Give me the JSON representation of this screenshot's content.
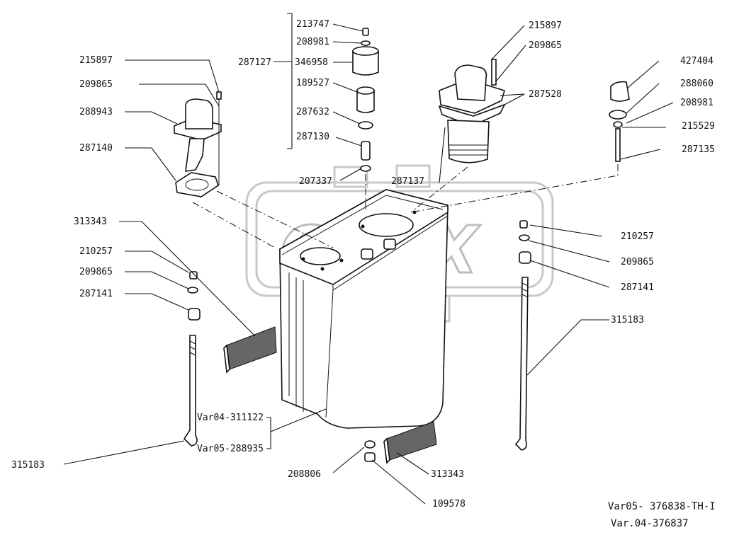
{
  "watermark": {
    "text": "OPEX"
  },
  "callouts": [
    "213747",
    "208981",
    "346958",
    "189527",
    "287632",
    "287130",
    "287127",
    "207337",
    "215897",
    "209865",
    "288943",
    "287140",
    "313343",
    "210257",
    "209865",
    "287141",
    "315183",
    "215897",
    "209865",
    "287528",
    "287137",
    "427404",
    "288060",
    "208981",
    "215529",
    "287135",
    "210257",
    "209865",
    "287141",
    "315183",
    "208806",
    "109578",
    "313343"
  ],
  "variants": {
    "var04": "Var04-311122",
    "var05": "Var05-288935"
  },
  "footer": {
    "line1": "Var05- 376838-TH-I",
    "line2": "Var.04-376837"
  },
  "colors": {
    "ink": "#111111",
    "watermark": "#c8c8c8",
    "foam": "#666666"
  }
}
